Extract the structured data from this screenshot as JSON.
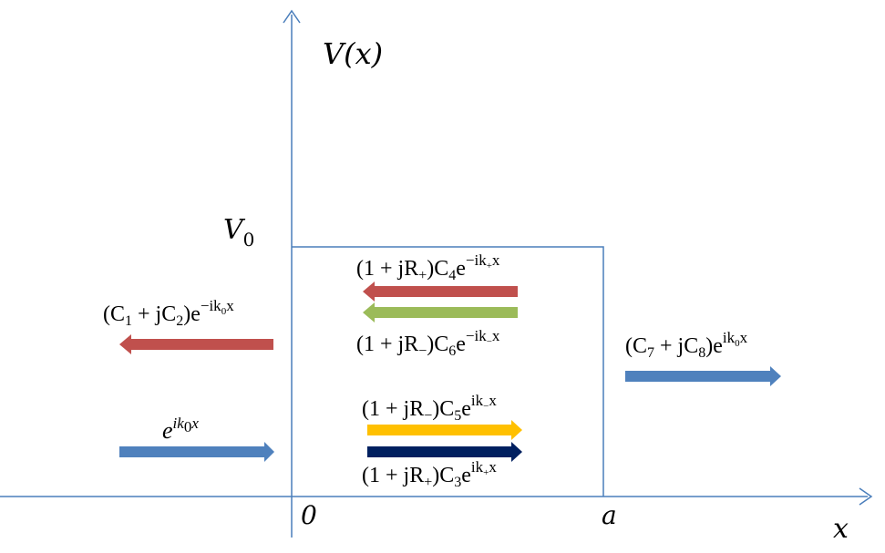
{
  "labels": {
    "y_axis": "V(x)",
    "x_axis": "x",
    "barrier_height": "V",
    "barrier_height_sub": "0",
    "origin": "0",
    "barrier_width": "a"
  },
  "waves": {
    "incident": {
      "base": "e",
      "exp": "ik",
      "exp_sub": "0",
      "exp_tail": "x"
    },
    "reflected": {
      "pre": "(C",
      "s1": "1",
      "mid": " + jC",
      "s2": "2",
      "post": ")e",
      "exp": "−ik",
      "exp_sub": "0",
      "exp_tail": "x"
    },
    "transmitted": {
      "pre": "(C",
      "s1": "7",
      "mid": " + jC",
      "s2": "8",
      "post": ")e",
      "exp": "ik",
      "exp_sub": "0",
      "exp_tail": "x"
    },
    "inside_c4": {
      "pre": "(1 + jR",
      "s1": "+",
      "mid": ")C",
      "s2": "4",
      "post": "e",
      "exp": "−ik",
      "exp_sub": "+",
      "exp_tail": "x"
    },
    "inside_c6": {
      "pre": "(1 + jR",
      "s1": "−",
      "mid": ")C",
      "s2": "6",
      "post": "e",
      "exp": "−ik",
      "exp_sub": "−",
      "exp_tail": "x"
    },
    "inside_c5": {
      "pre": "(1 + jR",
      "s1": "−",
      "mid": ")C",
      "s2": "5",
      "post": "e",
      "exp": "ik",
      "exp_sub": "−",
      "exp_tail": "x"
    },
    "inside_c3": {
      "pre": "(1 + jR",
      "s1": "+",
      "mid": ")C",
      "s2": "3",
      "post": "e",
      "exp": "ik",
      "exp_sub": "+",
      "exp_tail": "x"
    }
  },
  "colors": {
    "axis": "#4a7ebb",
    "barrier": "#4a7ebb",
    "blue_arrow": "#4f81bd",
    "red_arrow": "#c0504d",
    "green_arrow": "#9bbb59",
    "yellow_arrow": "#ffc000",
    "navy_arrow": "#002060"
  }
}
